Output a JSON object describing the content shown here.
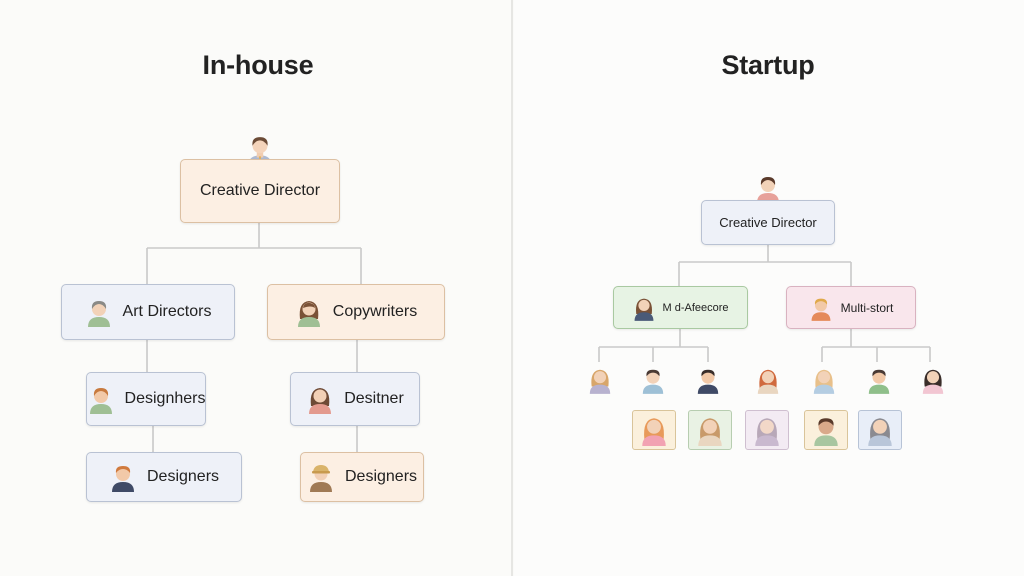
{
  "in_house": {
    "title": "In-house",
    "top": "Creative Director",
    "left_branch": "Art Directors",
    "right_branch": "Copywriters",
    "left_level2": "Designhers",
    "right_level2": "Desitner",
    "left_level3": "Designers",
    "right_level3": "Designers"
  },
  "startup": {
    "title": "Startup",
    "top": "Creative Director",
    "left_branch": "M d-Afeecore",
    "right_branch": "Multi-stort"
  }
}
